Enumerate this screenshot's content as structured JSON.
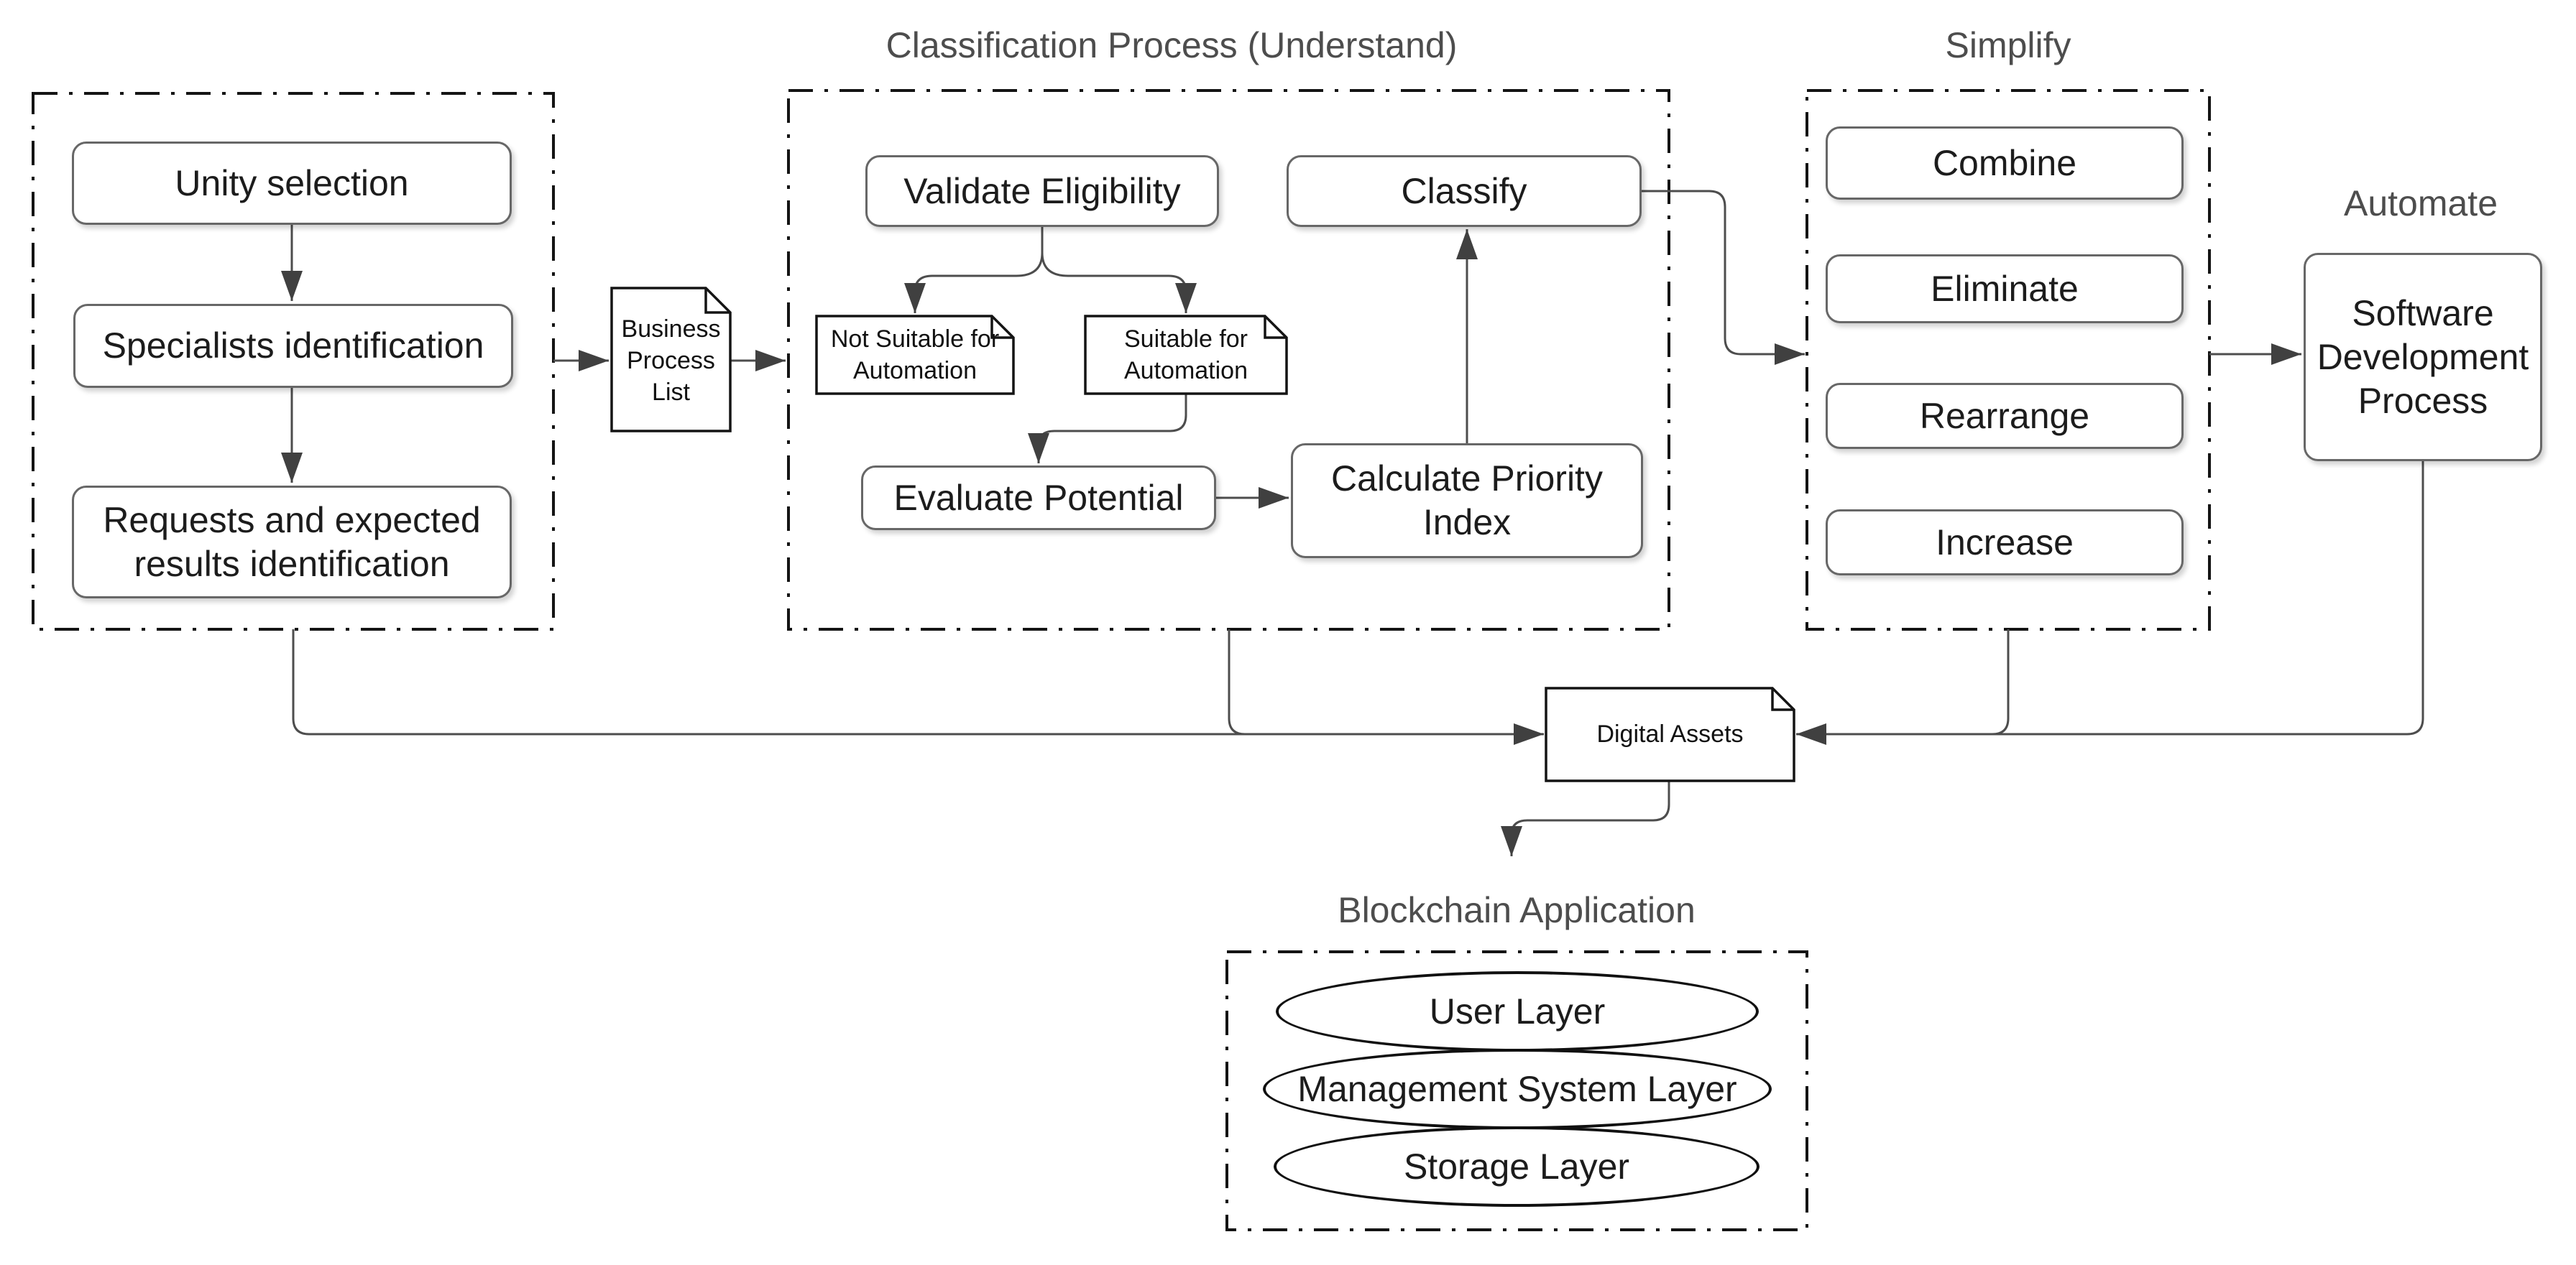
{
  "colors": {
    "background": "#ffffff",
    "connector": "#4d4d4d",
    "arrowhead": "#404040",
    "group_border": "#141414",
    "node_border": "#676767",
    "node_text": "#1c1c1c",
    "title_text": "#4d4d4d"
  },
  "groups": {
    "process_identification": {
      "nodes": {
        "unity": {
          "label": "Unity selection"
        },
        "specialists": {
          "label": "Specialists identification"
        },
        "requests": {
          "label": "Requests and expected results identification"
        }
      }
    },
    "classification": {
      "title": "Classification Process (Understand)",
      "nodes": {
        "validate_eligibility": {
          "label": "Validate Eligibility"
        },
        "classify": {
          "label": "Classify"
        },
        "not_suitable": {
          "label": "Not Suitable for Automation"
        },
        "suitable": {
          "label": "Suitable for Automation"
        },
        "evaluate_potential": {
          "label": "Evaluate Potential"
        },
        "calculate_priority_index": {
          "label": "Calculate Priority Index"
        }
      }
    },
    "simplify": {
      "title": "Simplify",
      "nodes": {
        "combine": {
          "label": "Combine"
        },
        "eliminate": {
          "label": "Eliminate"
        },
        "rearrange": {
          "label": "Rearrange"
        },
        "increase": {
          "label": "Increase"
        }
      }
    },
    "automate": {
      "title": "Automate",
      "nodes": {
        "software_development_process": {
          "label": "Software Development Process"
        }
      }
    },
    "blockchain_application": {
      "title": "Blockchain Application",
      "layers": {
        "user": {
          "label": "User Layer"
        },
        "management": {
          "label": "Management System Layer"
        },
        "storage": {
          "label": "Storage Layer"
        }
      }
    }
  },
  "documents": {
    "business_process_list": {
      "label": "Business Process List"
    },
    "digital_assets": {
      "label": "Digital Assets"
    }
  }
}
